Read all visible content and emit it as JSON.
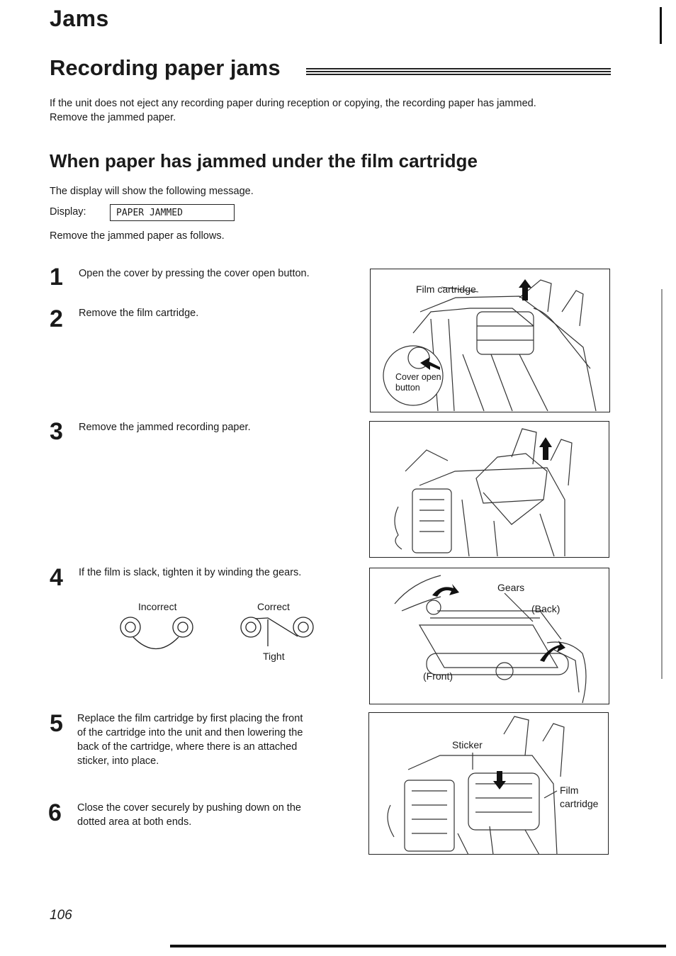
{
  "header": {
    "section_title": "Jams",
    "main_title": "Recording paper jams"
  },
  "intro": {
    "line1": "If the unit does not eject any recording paper during reception or copying, the recording paper has jammed.",
    "line2": "Remove the jammed paper."
  },
  "subsection": {
    "title": "When paper has jammed under the film cartridge",
    "display_intro": "The display will show the following message.",
    "display_label": "Display:",
    "display_message": "PAPER JAMMED",
    "remove_intro": "Remove the jammed paper as follows."
  },
  "steps": [
    {
      "num": "1",
      "text": "Open the cover by pressing the cover open button."
    },
    {
      "num": "2",
      "text": "Remove the film cartridge."
    },
    {
      "num": "3",
      "text": "Remove the jammed recording paper."
    },
    {
      "num": "4",
      "text": "If the film is slack, tighten it by winding the gears."
    },
    {
      "num": "5",
      "lines": [
        "Replace the film cartridge by first placing the front",
        "of the cartridge into the unit and then lowering the",
        "back of the cartridge, where there is an attached",
        "sticker, into place."
      ]
    },
    {
      "num": "6",
      "lines": [
        "Close the cover securely by pushing down on the",
        "dotted area at both ends."
      ]
    }
  ],
  "step4_diagram": {
    "incorrect_label": "Incorrect",
    "correct_label": "Correct",
    "tight_label": "Tight"
  },
  "figures": {
    "fig1": {
      "film_cartridge": "Film cartridge",
      "cover_open_line1": "Cover open",
      "cover_open_line2": "button"
    },
    "fig3": {
      "gears": "Gears",
      "back": "(Back)",
      "front": "(Front)"
    },
    "fig4": {
      "sticker": "Sticker",
      "film_line1": "Film",
      "film_line2": "cartridge"
    }
  },
  "footer": {
    "page_number": "106"
  }
}
